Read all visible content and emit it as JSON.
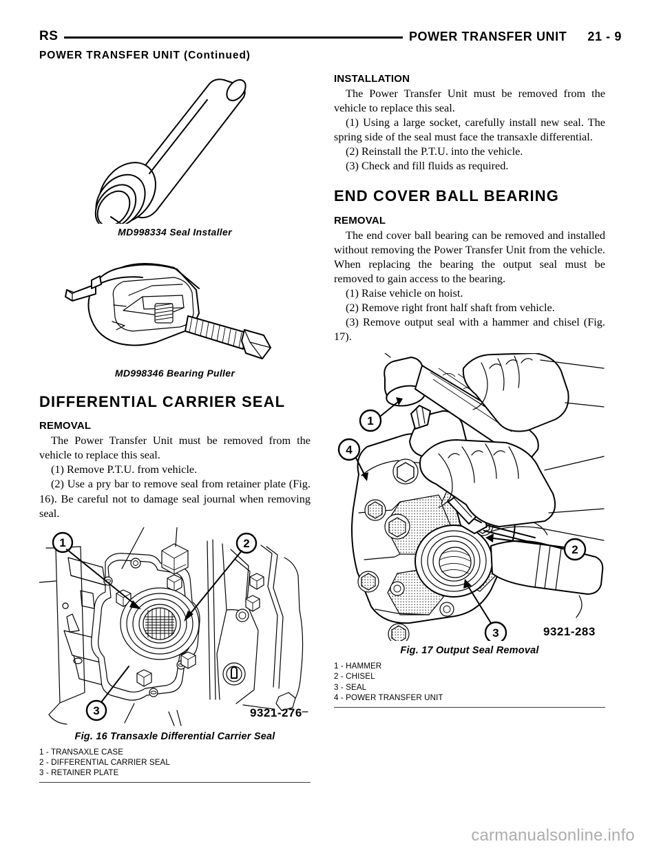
{
  "header": {
    "left_mark": "RS",
    "title": "POWER TRANSFER UNIT",
    "page_number": "21 - 9",
    "continued": "POWER TRANSFER UNIT (Continued)"
  },
  "left_column": {
    "tool_1": {
      "caption": "MD998334 Seal Installer",
      "icon": "seal-installer-tool"
    },
    "tool_2": {
      "caption": "MD998346 Bearing Puller",
      "icon": "bearing-puller-tool"
    },
    "section": {
      "title": "DIFFERENTIAL CARRIER SEAL",
      "subsection": "REMOVAL",
      "paragraphs": [
        "The Power Transfer Unit must be removed from the vehicle to replace this seal.",
        "(1) Remove P.T.U. from vehicle.",
        "(2) Use a pry bar to remove seal from retainer plate (Fig. 16). Be careful not to damage seal journal when removing seal."
      ]
    },
    "figure": {
      "art_code": "9321-276",
      "caption": "Fig. 16 Transaxle Differential Carrier Seal",
      "callouts": [
        "1",
        "2",
        "3"
      ],
      "legend": [
        "1 - TRANSAXLE CASE",
        "2 - DIFFERENTIAL CARRIER SEAL",
        "3 - RETAINER PLATE"
      ]
    }
  },
  "right_column": {
    "installation": {
      "subsection": "INSTALLATION",
      "paragraphs": [
        "The Power Transfer Unit must be removed from the vehicle to replace this seal.",
        "(1) Using a large socket, carefully install new seal. The spring side of the seal must face the transaxle differential.",
        "(2) Reinstall the P.T.U. into the vehicle.",
        "(3) Check and fill fluids as required."
      ]
    },
    "section": {
      "title": "END COVER BALL BEARING",
      "subsection": "REMOVAL",
      "paragraphs": [
        "The end cover ball bearing can be removed and installed without removing the Power Transfer Unit from the vehicle. When replacing the bearing the output seal must be removed to gain access to the bearing.",
        "(1) Raise vehicle on hoist.",
        "(2) Remove right front half shaft from vehicle.",
        "(3) Remove output seal with a hammer and chisel (Fig. 17)."
      ]
    },
    "figure": {
      "art_code": "9321-283",
      "caption": "Fig. 17 Output Seal Removal",
      "callouts": [
        "1",
        "2",
        "3",
        "4"
      ],
      "legend": [
        "1 - HAMMER",
        "2 - CHISEL",
        "3 - SEAL",
        "4 - POWER TRANSFER UNIT"
      ]
    }
  },
  "watermark": "carmanualsonline.info",
  "colors": {
    "ink": "#000000",
    "rule": "#3a3a3a",
    "watermark": "#adadad",
    "paper": "#ffffff"
  }
}
